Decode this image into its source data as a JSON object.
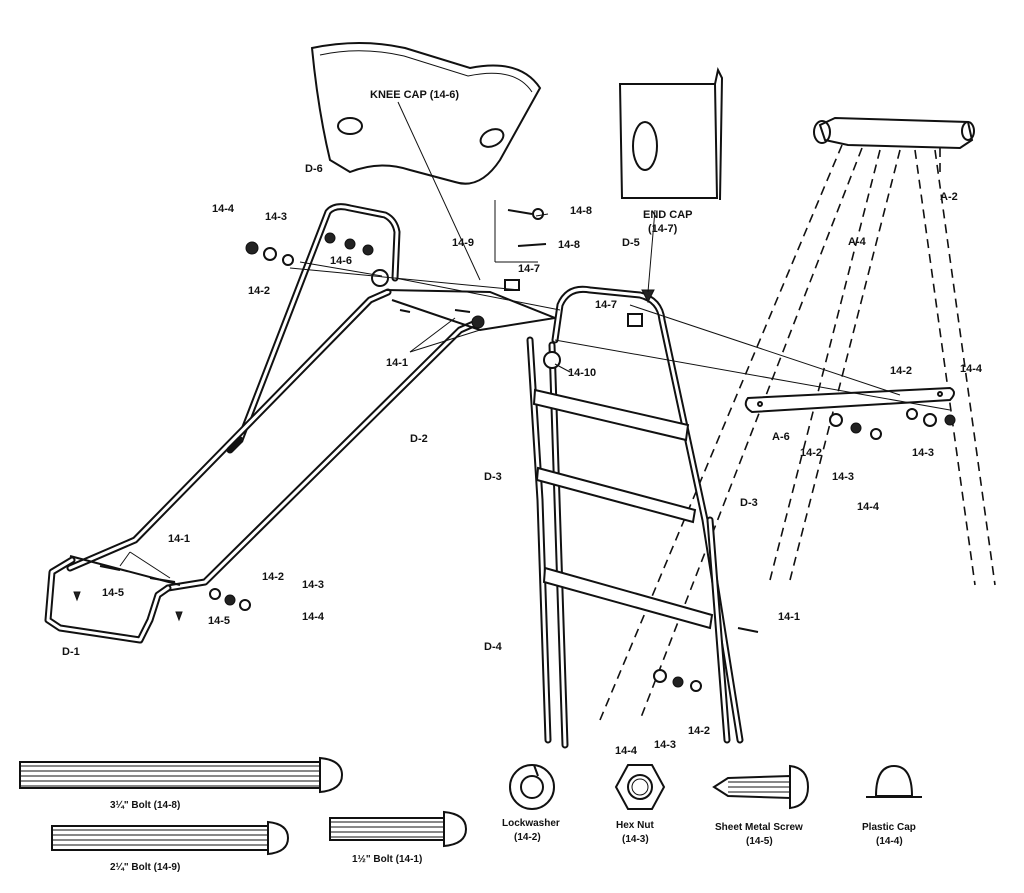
{
  "labels": {
    "knee_cap": "KNEE CAP (14-6)",
    "end_cap_1": "END CAP",
    "end_cap_2": "(14-7)",
    "a2": "A-2",
    "a4": "A-4",
    "a6": "A-6",
    "d1": "D-1",
    "d2": "D-2",
    "d3_left": "D-3",
    "d3_right": "D-3",
    "d4": "D-4",
    "d5": "D-5",
    "d6": "D-6",
    "p14_1_top": "14-1",
    "p14_1_bottom": "14-1",
    "p14_1_right": "14-1",
    "p14_2_left": "14-2",
    "p14_2_bottom": "14-2",
    "p14_2_a6": "14-2",
    "p14_2_right": "14-2",
    "p14_2_ladder": "14-2",
    "p14_3_left": "14-3",
    "p14_3_bottom": "14-3",
    "p14_3_a6": "14-3",
    "p14_3_right": "14-3",
    "p14_3_ladder": "14-3",
    "p14_4_left": "14-4",
    "p14_4_bottom": "14-4",
    "p14_4_a6": "14-4",
    "p14_4_right": "14-4",
    "p14_4_ladder": "14-4",
    "p14_5_a": "14-5",
    "p14_5_b": "14-5",
    "p14_6": "14-6",
    "p14_7_a": "14-7",
    "p14_7_b": "14-7",
    "p14_8_a": "14-8",
    "p14_8_b": "14-8",
    "p14_9": "14-9",
    "p14_10": "14-10"
  },
  "hardware": {
    "bolt_314": {
      "name": "3¼\" Bolt (14-8)"
    },
    "bolt_214": {
      "name": "2¼\" Bolt (14-9)"
    },
    "bolt_112": {
      "name": "1½\" Bolt (14-1)"
    },
    "lockwasher": {
      "name": "Lockwasher",
      "code": "(14-2)"
    },
    "hex_nut": {
      "name": "Hex Nut",
      "code": "(14-3)"
    },
    "sheet_metal_screw": {
      "name": "Sheet Metal Screw",
      "code": "(14-5)"
    },
    "plastic_cap": {
      "name": "Plastic Cap",
      "code": "(14-4)"
    }
  }
}
